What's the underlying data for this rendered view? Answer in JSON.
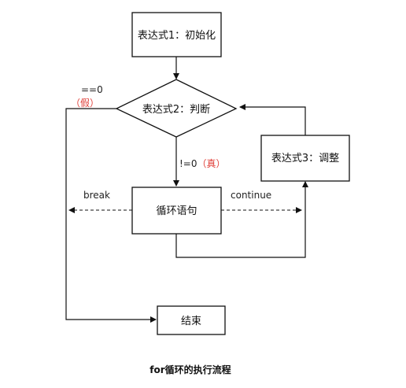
{
  "diagram": {
    "nodes": {
      "init": "表达式1：初始化",
      "condition": "表达式2：判断",
      "adjust": "表达式3：调整",
      "loop_body": "循环语句",
      "end": "结束"
    },
    "edges": {
      "false_value": "==0",
      "false_label": "（假）",
      "true_value": "!=0",
      "true_label": "（真）",
      "break": "break",
      "continue": "continue"
    },
    "caption": "for循环的执行流程",
    "colors": {
      "stroke": "#111111",
      "highlight": "#e0403a"
    }
  }
}
